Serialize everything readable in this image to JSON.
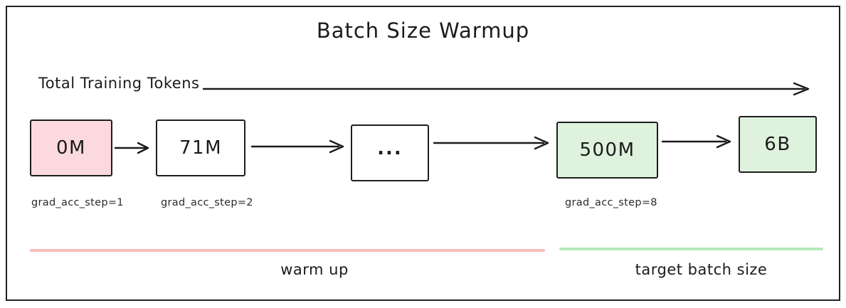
{
  "title": "Batch Size Warmup",
  "axis": {
    "label": "Total Training Tokens"
  },
  "nodes": [
    {
      "label": "0M",
      "fill": "#fbd9dc",
      "sublabel": "grad_acc_step=1"
    },
    {
      "label": "71M",
      "fill": "#ffffff",
      "sublabel": "grad_acc_step=2"
    },
    {
      "label": "...",
      "fill": "#ffffff",
      "sublabel": ""
    },
    {
      "label": "500M",
      "fill": "#def2dd",
      "sublabel": "grad_acc_step=8"
    },
    {
      "label": "6B",
      "fill": "#def2dd",
      "sublabel": ""
    }
  ],
  "phases": [
    {
      "label": "warm up",
      "color": "#f5bdbd"
    },
    {
      "label": "target batch size",
      "color": "#b4ecba"
    }
  ],
  "colors": {
    "ink": "#1b1b1b",
    "frame": "#222222"
  }
}
